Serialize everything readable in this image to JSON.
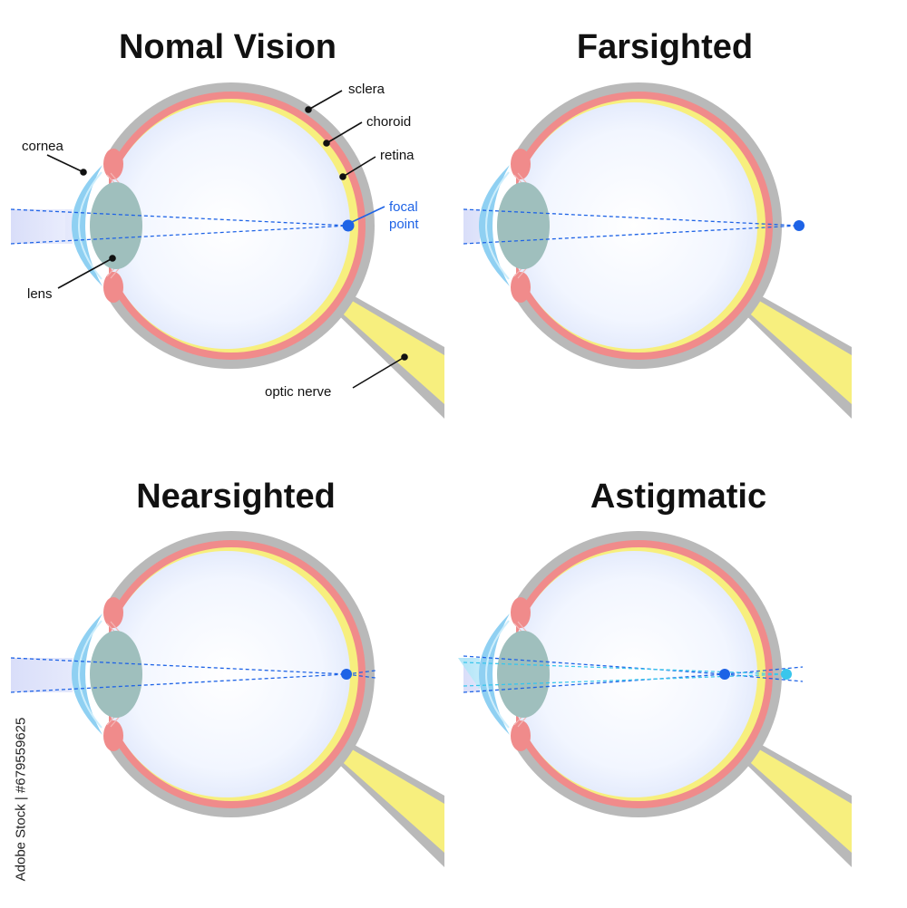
{
  "panels": {
    "normal": {
      "title": "Nomal Vision"
    },
    "far": {
      "title": "Farsighted"
    },
    "near": {
      "title": "Nearsighted"
    },
    "astig": {
      "title": "Astigmatic"
    }
  },
  "labels": {
    "sclera": "sclera",
    "choroid": "choroid",
    "retina": "retina",
    "cornea": "cornea",
    "lens": "lens",
    "focal_line1": "focal",
    "focal_line2": "point",
    "optic_nerve": "optic nerve"
  },
  "watermark_id": "Adobe Stock | #679559625",
  "colors": {
    "sclera": "#b9b9b9",
    "choroid": "#f08b8b",
    "retina": "#f7ef7e",
    "vitreous": "#eef3ff",
    "lens": "#9fbfbd",
    "cornea": "#8fd0f2",
    "light_beam": "#dfe3fb",
    "ray": "#1e63e6",
    "focal_point": "#1e63e6",
    "focal_point_secondary": "#39c6ec",
    "optic_nerve": "#f7ef7e",
    "nerve_sheath": "#b9b9b9"
  }
}
